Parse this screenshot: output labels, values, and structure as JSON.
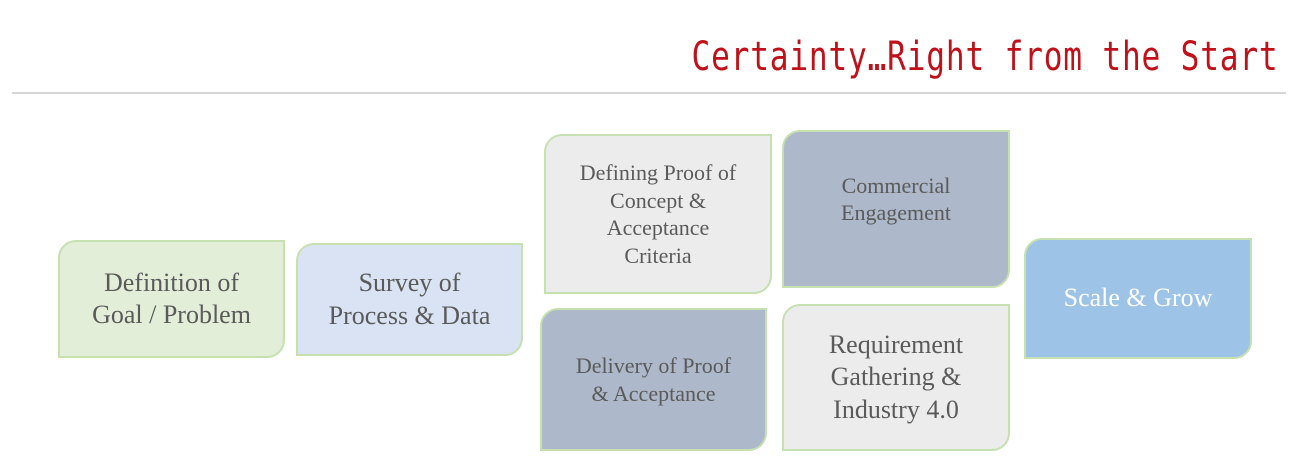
{
  "header": {
    "title": "Certainty…Right from the Start"
  },
  "steps": [
    {
      "lines": [
        "Definition of",
        "Goal / Problem"
      ]
    },
    {
      "lines": [
        "Survey of",
        "Process & Data"
      ]
    },
    {
      "lines": [
        "Defining Proof of",
        "Concept &",
        "Acceptance",
        "Criteria"
      ]
    },
    {
      "lines": [
        "Delivery of Proof",
        "& Acceptance"
      ]
    },
    {
      "lines": [
        "Commercial",
        "Engagement"
      ]
    },
    {
      "lines": [
        "Requirement",
        "Gathering &",
        "Industry 4.0"
      ]
    },
    {
      "lines": [
        "Scale & Grow"
      ]
    }
  ]
}
